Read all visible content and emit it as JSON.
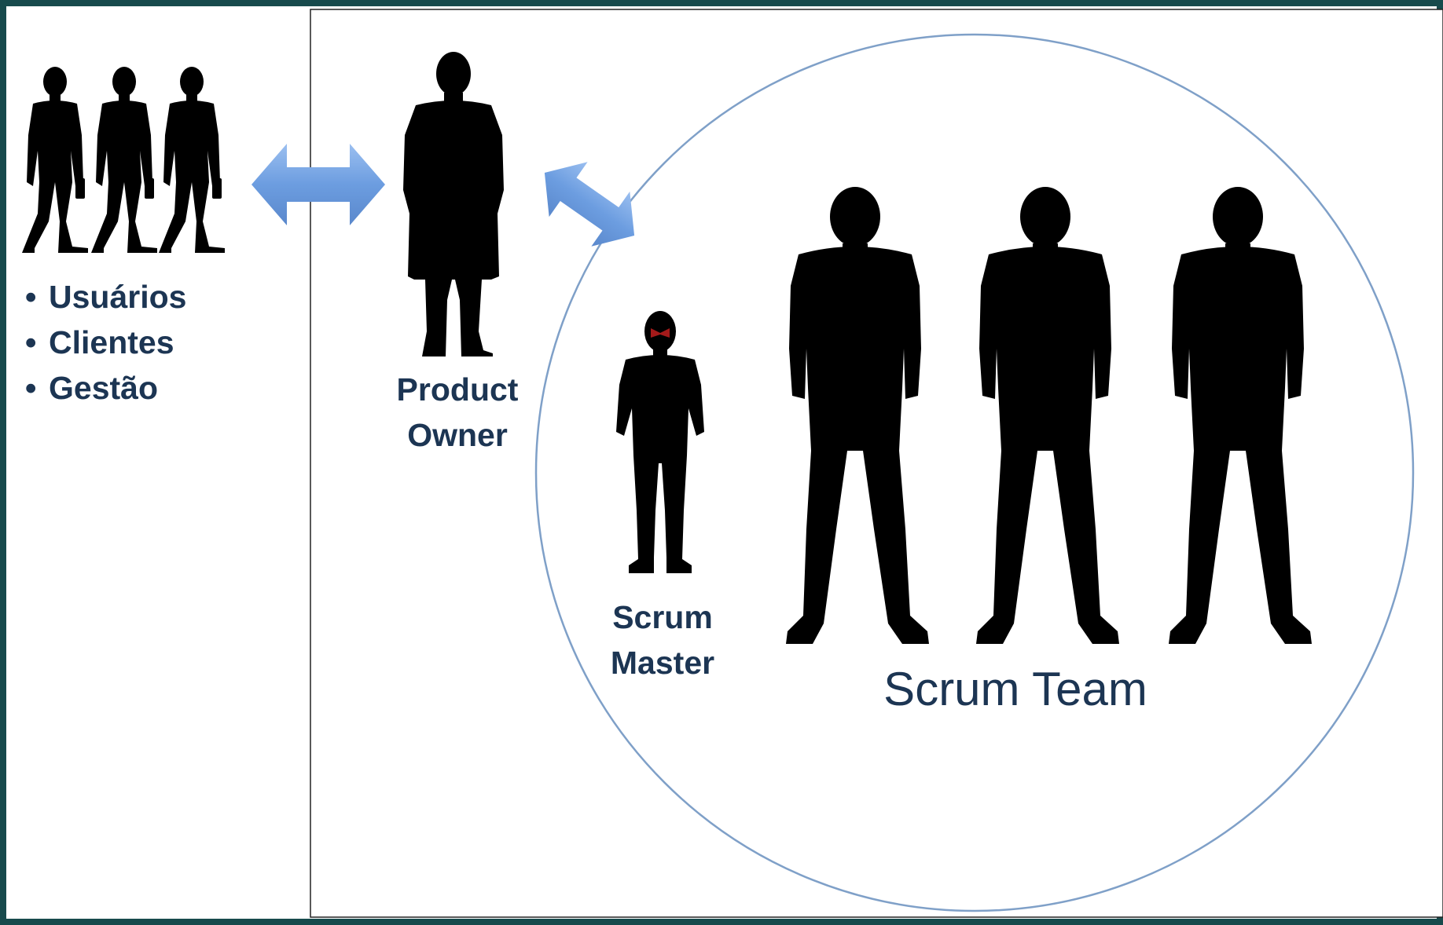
{
  "stakeholders": {
    "items": [
      "Usuários",
      "Clientes",
      "Gestão"
    ],
    "bullet": "•"
  },
  "roles": {
    "product_owner": [
      "Product",
      "Owner"
    ],
    "scrum_master": [
      "Scrum",
      "Master"
    ],
    "scrum_team": "Scrum Team"
  },
  "colors": {
    "frame": "#174a4c",
    "label": "#1c3553",
    "silhouette": "#000000",
    "arrow": "#6c9de0",
    "circle": "#7fa0c8",
    "bowtie": "#a31a1a"
  },
  "icons": [
    "walking-man-silhouette",
    "coat-man-silhouette",
    "tuxedo-man-silhouette",
    "standing-man-silhouette",
    "double-arrow"
  ]
}
